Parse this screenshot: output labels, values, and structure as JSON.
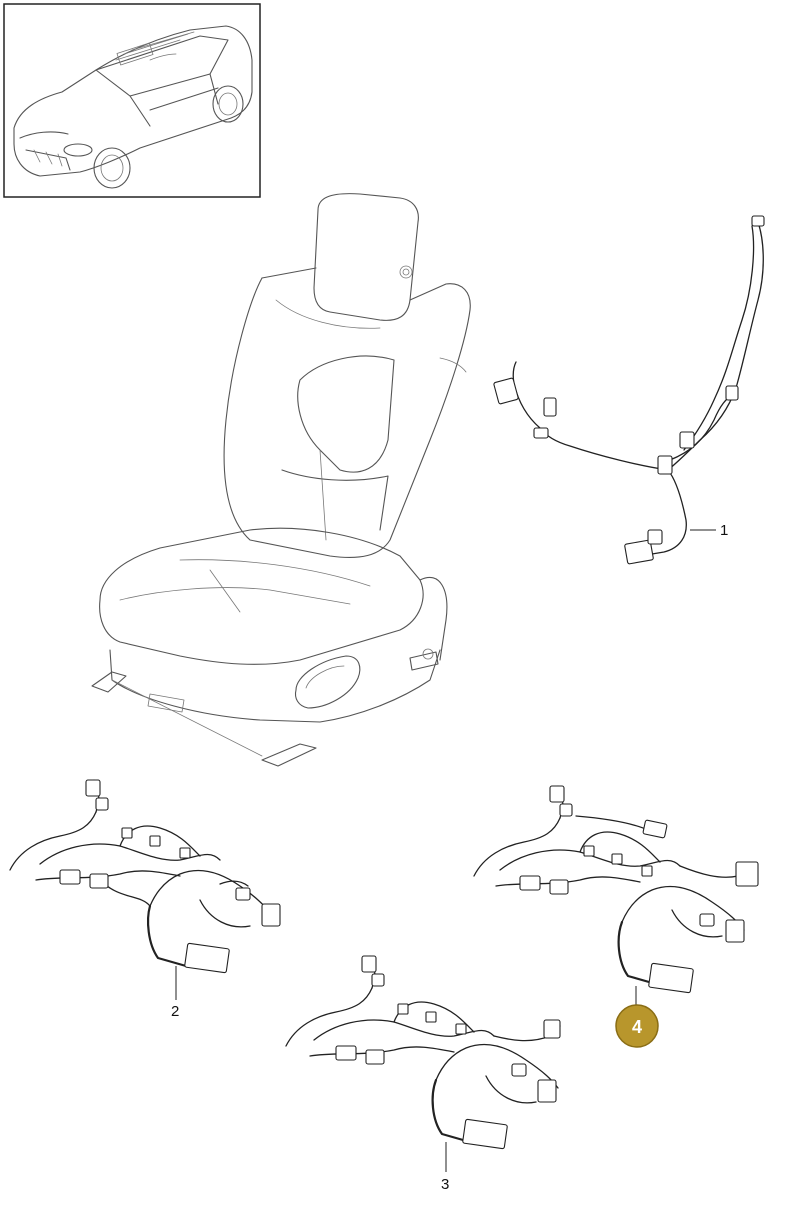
{
  "callouts": [
    {
      "number": "1",
      "highlighted": false
    },
    {
      "number": "2",
      "highlighted": false
    },
    {
      "number": "3",
      "highlighted": false
    },
    {
      "number": "4",
      "highlighted": true
    }
  ],
  "colors": {
    "highlight_badge": "#b8962c",
    "highlight_badge_border": "#8a6d15",
    "line_art": "#555555",
    "wiring": "#222222"
  }
}
